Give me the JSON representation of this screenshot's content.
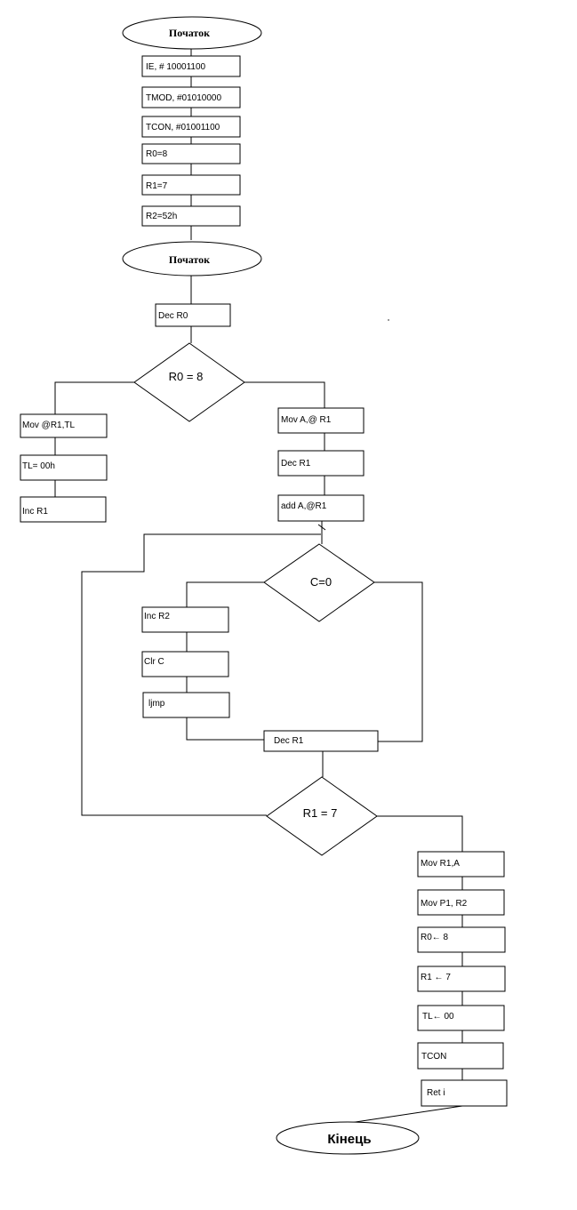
{
  "flowchart": {
    "start1": "Початок",
    "ie": "IE, # 10001100",
    "tmod": "TMOD, #01010000",
    "tcon_init": "TCON, #01001100",
    "r0_init": "R0=8",
    "r1_init": "R1=7",
    "r2_init": "R2=52h",
    "start2": "Початок",
    "dec_r0": "Dec R0",
    "cond_r0": "R0 = 8",
    "mov_r1_tl": "Mov @R1,TL",
    "tl_zero": "TL= 00h",
    "inc_r1": "Inc R1",
    "mov_a_r1": "Mov A,@ R1",
    "dec_r1_a": "Dec R1",
    "add_a_r1": "add A,@R1",
    "cond_c": "C=0",
    "inc_r2": "Inc R2",
    "clr_c": "Clr C",
    "ljmp": "ljmp",
    "dec_r1_b": "Dec R1",
    "cond_r1": "R1 = 7",
    "mov_r1_a": "Mov R1,A",
    "mov_p1_r2": "Mov P1, R2",
    "r0_set": "R0← 8",
    "r1_set": "R1 ← 7",
    "tl_set": "TL← 00",
    "tcon_end": "TCON",
    "reti": "Ret i",
    "end": "Кінець"
  }
}
